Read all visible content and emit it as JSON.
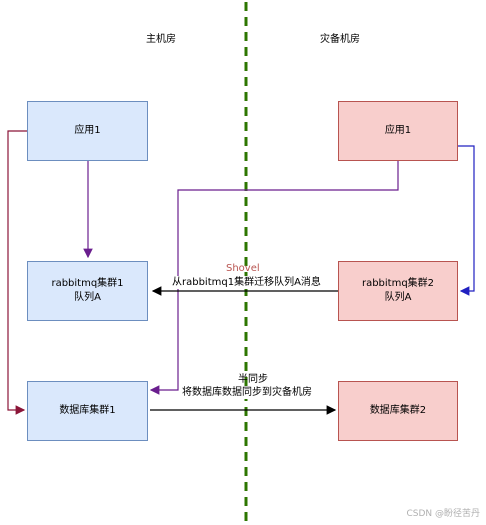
{
  "regions": {
    "primary": "主机房",
    "disaster": "灾备机房"
  },
  "nodes": {
    "app_primary": {
      "line1": "应用1"
    },
    "app_disaster": {
      "line1": "应用1"
    },
    "mq_primary": {
      "line1": "rabbitmq集群1",
      "line2": "队列A"
    },
    "mq_disaster": {
      "line1": "rabbitmq集群2",
      "line2": "队列A"
    },
    "db_primary": {
      "line1": "数据库集群1"
    },
    "db_disaster": {
      "line1": "数据库集群2"
    }
  },
  "edges": {
    "shovel": {
      "title": "Shovel",
      "desc": "从rabbitmq1集群迁移队列A消息"
    },
    "db_sync": {
      "title": "半同步",
      "desc": "将数据库数据同步到灾备机房"
    }
  },
  "colors": {
    "blue_fill": "#dae8fc",
    "blue_stroke": "#6c8ebf",
    "red_fill": "#f8cecc",
    "red_stroke": "#b85450",
    "divider": "#2d7600",
    "purple": "#6a1e8e",
    "dark_red": "#8b1538",
    "blue_line": "#2020c0",
    "shovel_text": "#b85450"
  },
  "watermark": "CSDN @盼径苦丹"
}
